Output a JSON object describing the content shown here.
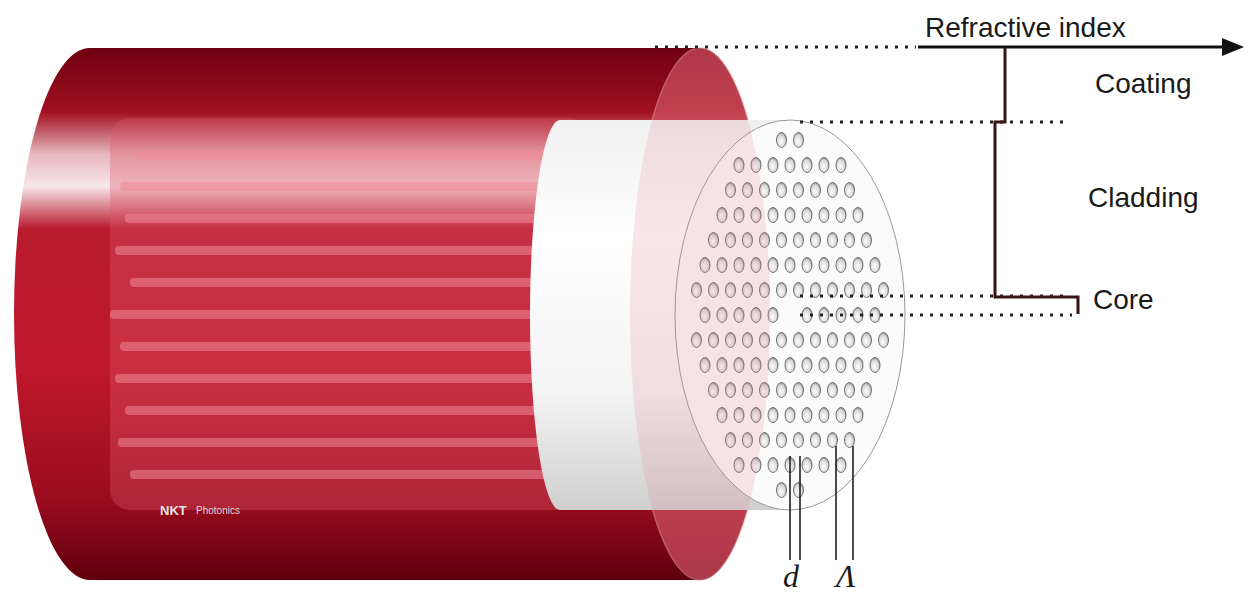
{
  "diagram": {
    "labels": [
      "Refractive index",
      "Coating",
      "Cladding",
      "Core",
      "d",
      "Λ",
      "NKT",
      "Photonics"
    ]
  }
}
